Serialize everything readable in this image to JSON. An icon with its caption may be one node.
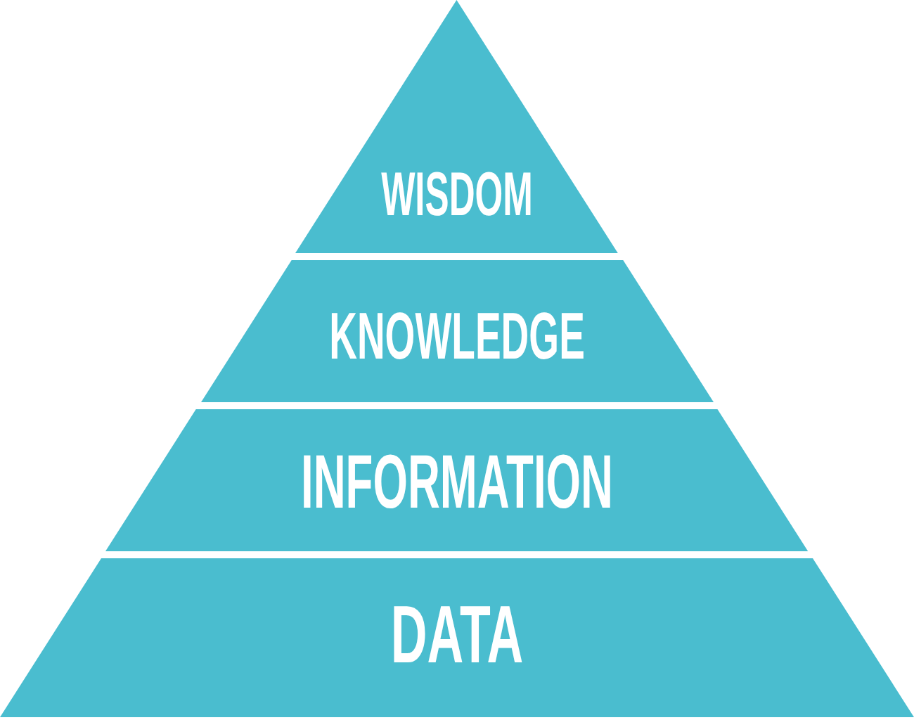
{
  "diagram": {
    "nodes": [
      {
        "text": [
          "WISDOM"
        ]
      },
      {
        "text": [
          "KNOWLEDGE"
        ]
      },
      {
        "text": [
          "INFORMATION"
        ]
      },
      {
        "text": [
          "DATA"
        ]
      }
    ]
  }
}
